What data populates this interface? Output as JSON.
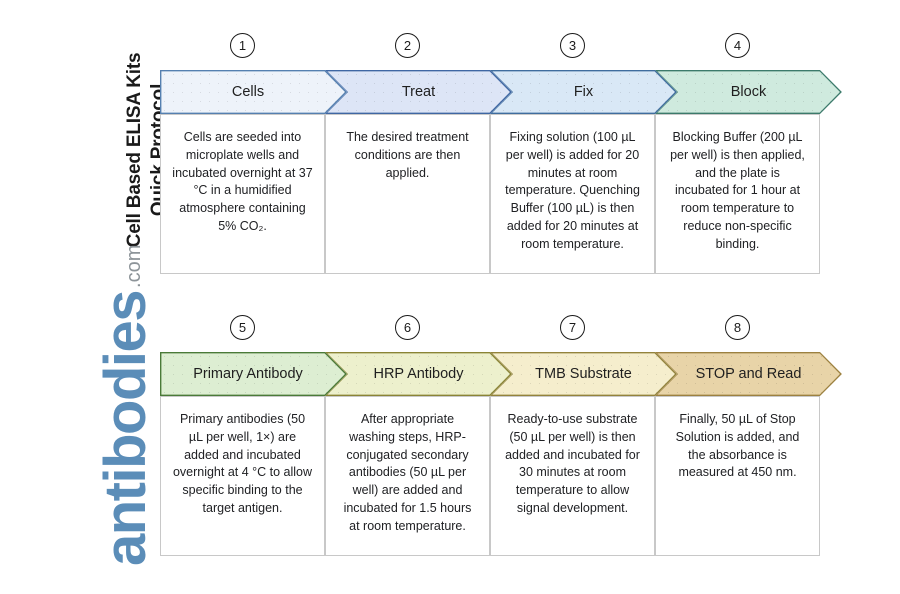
{
  "title": {
    "text": "Cell Based ELISA Kits\nQuick Protocol"
  },
  "logo": {
    "name": "antibodies",
    "suffix": ".com",
    "name_color": "#5b8db8",
    "suffix_color": "#8d9499"
  },
  "rows": [
    {
      "steps": [
        {
          "number": "1",
          "label": "Cells",
          "fill": "#eef3fa",
          "stroke": "#5580b0",
          "body": "Cells are seeded into microplate wells and incubated overnight at 37 °C in a humidified atmosphere containing 5% CO₂."
        },
        {
          "number": "2",
          "label": "Treat",
          "fill": "#dde5f6",
          "stroke": "#3f67a3",
          "body": "The desired treatment conditions are then applied."
        },
        {
          "number": "3",
          "label": "Fix",
          "fill": "#d9e8f6",
          "stroke": "#3f6d9e",
          "body": "Fixing solution (100 µL per well) is added for 20 minutes at room temperature. Quenching Buffer (100 µL) is then added for 20 minutes at room temperature."
        },
        {
          "number": "4",
          "label": "Block",
          "fill": "#cfeade",
          "stroke": "#3c7a6b",
          "body": "Blocking Buffer (200 µL per well) is then applied, and the plate is incubated for 1 hour at room temperature to reduce non-specific binding."
        }
      ]
    },
    {
      "steps": [
        {
          "number": "5",
          "label": "Primary Antibody",
          "fill": "#ddeed2",
          "stroke": "#4a7a38",
          "body": "Primary antibodies (50 µL per well, 1×) are added and incubated overnight at 4 °C to allow specific binding to the target antigen."
        },
        {
          "number": "6",
          "label": "HRP Antibody",
          "fill": "#edf0cd",
          "stroke": "#8a8436",
          "body": "After appropriate washing steps, HRP-conjugated secondary antibodies (50 µL per well) are added and incubated for 1.5 hours at room temperature."
        },
        {
          "number": "7",
          "label": "TMB Substrate",
          "fill": "#f5eecd",
          "stroke": "#93833c",
          "body": "Ready-to-use substrate (50 µL per well) is then added and incubated for 30 minutes at room temperature to allow signal development."
        },
        {
          "number": "8",
          "label": "STOP and Read",
          "fill": "#e8d4a8",
          "stroke": "#9c8140",
          "body": "Finally, 50 µL of Stop Solution is added, and the absorbance is measured at 450 nm."
        }
      ]
    }
  ]
}
